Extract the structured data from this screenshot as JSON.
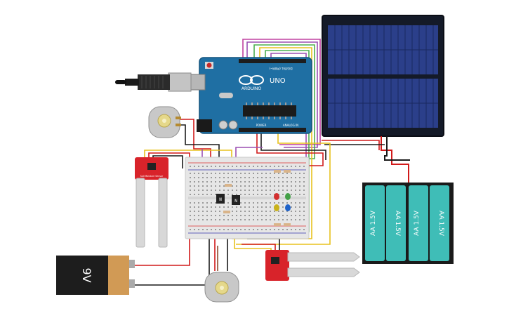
{
  "arduino": {
    "brand": "ARDUINO",
    "model": "UNO",
    "digital_label": "DIGITAL (PWM~)",
    "power_label": "POWER",
    "analog_label": "ANALOG IN"
  },
  "battery_9v": {
    "label": "9V"
  },
  "aa_pack": {
    "cells": [
      "AA 1.5V",
      "AA 1.5V",
      "AA 1.5V",
      "AA 1.5V"
    ]
  },
  "soil_sensor_left": {
    "label": "Soil Moisture Sensor"
  },
  "breadboard": {},
  "colors": {
    "arduino_blue": "#1f6fa3",
    "solar_dark": "#141a28",
    "solar_cell": "#2b3f8a",
    "battery_teal": "#3fbdb7",
    "sensor_red": "#d8232a",
    "wire_red": "#d11a1a",
    "wire_black": "#1a1a1a",
    "wire_yellow": "#e8c21e",
    "wire_purple": "#9b4fb2",
    "wire_green": "#4caf50",
    "wire_magenta": "#c040a0",
    "wire_brown": "#8a4a2a"
  }
}
